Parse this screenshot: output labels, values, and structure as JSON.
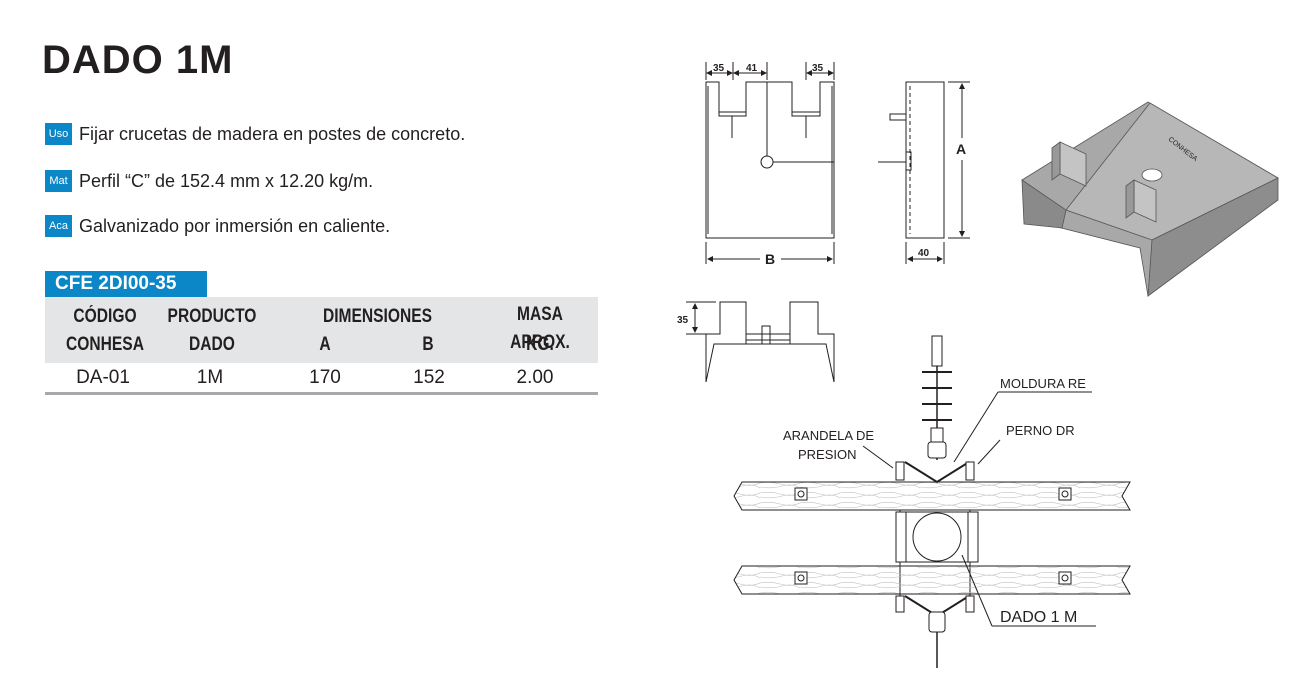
{
  "title": "DADO 1M",
  "specs": [
    {
      "badge": "Uso",
      "text": "Fijar crucetas de madera en postes de concreto."
    },
    {
      "badge": "Mat",
      "text": "Perfil “C” de 152.4 mm x 12.20 kg/m."
    },
    {
      "badge": "Aca",
      "text": "Galvanizado por inmersión en caliente."
    }
  ],
  "table": {
    "tab_label": "CFE 2DI00-35",
    "headers": {
      "codigo_1": "CÓDIGO",
      "codigo_2": "CONHESA",
      "producto_1": "PRODUCTO",
      "producto_2": "DADO",
      "dimensiones": "DIMENSIONES",
      "dim_a": "A",
      "dim_b": "B",
      "masa_1": "MASA APROX.",
      "masa_2": "KG."
    },
    "rows": [
      {
        "codigo": "DA-01",
        "producto": "1M",
        "a": "170",
        "b": "152",
        "masa": "2.00"
      }
    ]
  },
  "drawing": {
    "dim_35_left": "35",
    "dim_41": "41",
    "dim_35_right": "35",
    "label_a": "A",
    "label_b": "B",
    "dim_40": "40",
    "dim_35_side": "35",
    "product_mark": "CONHESA"
  },
  "assembly": {
    "moldura": "MOLDURA RE",
    "arandela_1": "ARANDELA DE",
    "arandela_2": "PRESION",
    "perno": "PERNO DR",
    "dado": "DADO 1 M"
  },
  "colors": {
    "accent": "#0b86c6",
    "table_header": "#e4e5e6",
    "table_rule": "#a7a9ac"
  }
}
